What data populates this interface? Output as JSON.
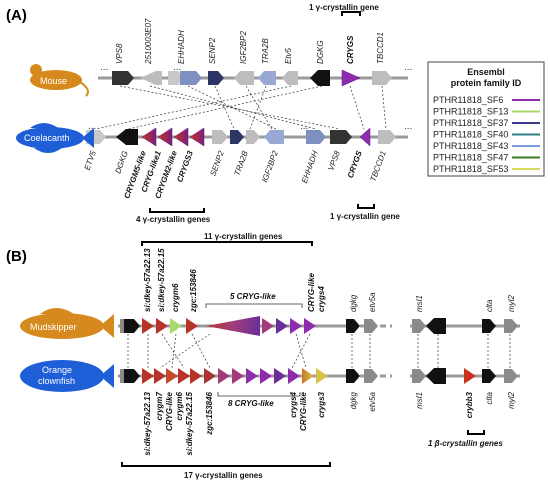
{
  "panels": {
    "a": "(A)",
    "b": "(B)"
  },
  "species": {
    "mouse": "Mouse",
    "coelacanth": "Coelacanth",
    "mudskipper": "Mudskipper",
    "clownfish_line1": "Orange",
    "clownfish_line2": "clownfish"
  },
  "mouse_genes": [
    "VPS8",
    "2510003E07",
    "EHHADH",
    "SENP2",
    "IGF2BP2",
    "TRA2B",
    "Etv5",
    "DGKG",
    "CRYGS",
    "TBCCD1"
  ],
  "coelacanth_genes": [
    "ETV5",
    "DGKG",
    "CRYGM5-like",
    "CRYG-like1",
    "CRYGM2-like",
    "CRYGS3",
    "SENP2",
    "TRA2B",
    "IGF2BP2",
    "EHHADH",
    "VPS8",
    "CRYGS",
    "TBCCD1"
  ],
  "mudskipper_genes": [
    "si:dkey-57a22.13",
    "si:dkey-57a22.15",
    "crygm6",
    "zgc:153846",
    "CRYG-like",
    "crygs4",
    "dgkg",
    "etv5a",
    "msl1",
    "clta",
    "myl2"
  ],
  "clownfish_genes": [
    "si:dkey-57a22.13",
    "crygm7",
    "CRYG-like",
    "crygm6",
    "si:dkey-57a22.15",
    "zgc:153846",
    "crygs4",
    "CRYG-like",
    "crygs3",
    "dgkg",
    "etv5a",
    "msl1",
    "crybb3",
    "clta",
    "myl2"
  ],
  "annotations": {
    "mouse_crygs": "1 γ-crystallin gene",
    "coel_4genes": "4 γ-crystallin genes",
    "coel_crygs": "1 γ-crystallin gene",
    "mud_11": "11 γ-crystallin genes",
    "mud_5": "5 CRYG-like",
    "clown_8": "8 CRYG-like",
    "clown_17": "17 γ-crystallin genes",
    "beta_1": "1 β-crystallin genes"
  },
  "legend": {
    "title_line1": "Ensembl",
    "title_line2": "protein family ID",
    "items": [
      {
        "label": "PTHR11818_SF6",
        "color": "#8e2cb0"
      },
      {
        "label": "PTHR11818_SF13",
        "color": "#a9d86e"
      },
      {
        "label": "PTHR11818_SF37",
        "color": "#3a3a8c"
      },
      {
        "label": "PTHR11818_SF40",
        "color": "#2f7f86"
      },
      {
        "label": "PTHR11818_SF43",
        "color": "#7a9bdc"
      },
      {
        "label": "PTHR11818_SF47",
        "color": "#3e7a1e"
      },
      {
        "label": "PTHR11818_SF53",
        "color": "#d8dc5a"
      }
    ]
  },
  "ellipsis": "..."
}
